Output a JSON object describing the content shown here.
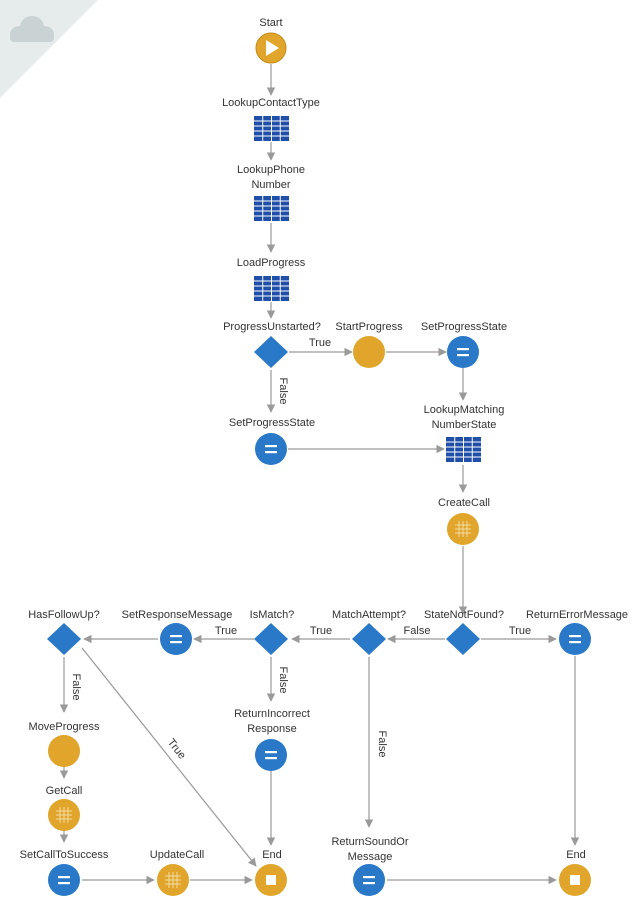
{
  "colors": {
    "blue": "#2a78c8",
    "orange": "#e0a52a",
    "table_blue": "#1f4fa8",
    "edge": "#9a9a9a",
    "corner": "#e6ecec"
  },
  "nodes": {
    "start": {
      "label": "Start",
      "icon": "play-icon"
    },
    "lookup_contact_type": {
      "label": "LookupContactType",
      "icon": "table-icon"
    },
    "lookup_phone_number": {
      "label": [
        "LookupPhone",
        "Number"
      ],
      "icon": "table-icon"
    },
    "load_progress": {
      "label": "LoadProgress",
      "icon": "table-icon"
    },
    "progress_unstarted": {
      "label": "ProgressUnstarted?",
      "icon": "decision-icon"
    },
    "start_progress": {
      "label": "StartProgress",
      "icon": "action-icon"
    },
    "set_progress_state_1": {
      "label": "SetProgressState",
      "icon": "assign-icon"
    },
    "set_progress_state_2": {
      "label": "SetProgressState",
      "icon": "assign-icon"
    },
    "lookup_matching_number_state": {
      "label": [
        "LookupMatching",
        "NumberState"
      ],
      "icon": "table-icon"
    },
    "create_call": {
      "label": "CreateCall",
      "icon": "action-icon"
    },
    "state_not_found": {
      "label": "StateNotFound?",
      "icon": "decision-icon"
    },
    "return_error_message": {
      "label": "ReturnErrorMessage",
      "icon": "assign-icon"
    },
    "end_right": {
      "label": "End",
      "icon": "stop-icon"
    },
    "match_attempt": {
      "label": "MatchAttempt?",
      "icon": "decision-icon"
    },
    "is_match": {
      "label": "IsMatch?",
      "icon": "decision-icon"
    },
    "set_response_message": {
      "label": "SetResponseMessage",
      "icon": "assign-icon"
    },
    "has_follow_up": {
      "label": "HasFollowUp?",
      "icon": "decision-icon"
    },
    "move_progress": {
      "label": "MoveProgress",
      "icon": "action-icon"
    },
    "get_call": {
      "label": "GetCall",
      "icon": "action-icon"
    },
    "set_call_to_success": {
      "label": "SetCallToSuccess",
      "icon": "assign-icon"
    },
    "update_call": {
      "label": "UpdateCall",
      "icon": "action-icon"
    },
    "end_left": {
      "label": "End",
      "icon": "stop-icon"
    },
    "return_incorrect_response": {
      "label": [
        "ReturnIncorrect",
        "Response"
      ],
      "icon": "assign-icon"
    },
    "return_sound_or_message": {
      "label": [
        "ReturnSoundOr",
        "Message"
      ],
      "icon": "assign-icon"
    }
  },
  "edges": {
    "progress_unstarted_true": "True",
    "progress_unstarted_false": "False",
    "state_not_found_true": "True",
    "state_not_found_false": "False",
    "match_attempt_true": "True",
    "match_attempt_false": "False",
    "is_match_true": "True",
    "is_match_false": "False",
    "has_follow_up_true": "True",
    "has_follow_up_false": "False"
  }
}
